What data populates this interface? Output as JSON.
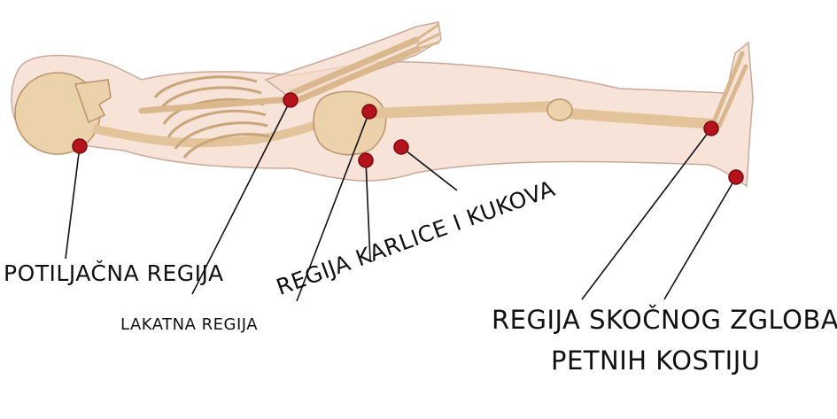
{
  "labels": {
    "occipital": "POTILJAČNA REGIJA",
    "elbow": "LAKATNA REGIJA",
    "pelvis": "REGIJA KARLICE I KUKOVA",
    "ankle_line1": "REGIJA SKOČNOG ZGLOBA I",
    "ankle_line2": "PETNIH KOSTIJU"
  },
  "colors": {
    "body_outline": "#f3d6c6",
    "bone": "#ecd2aa",
    "bone_stroke": "#c9a57a",
    "pressure_point": "#b5121b",
    "leader_line": "#111111"
  }
}
